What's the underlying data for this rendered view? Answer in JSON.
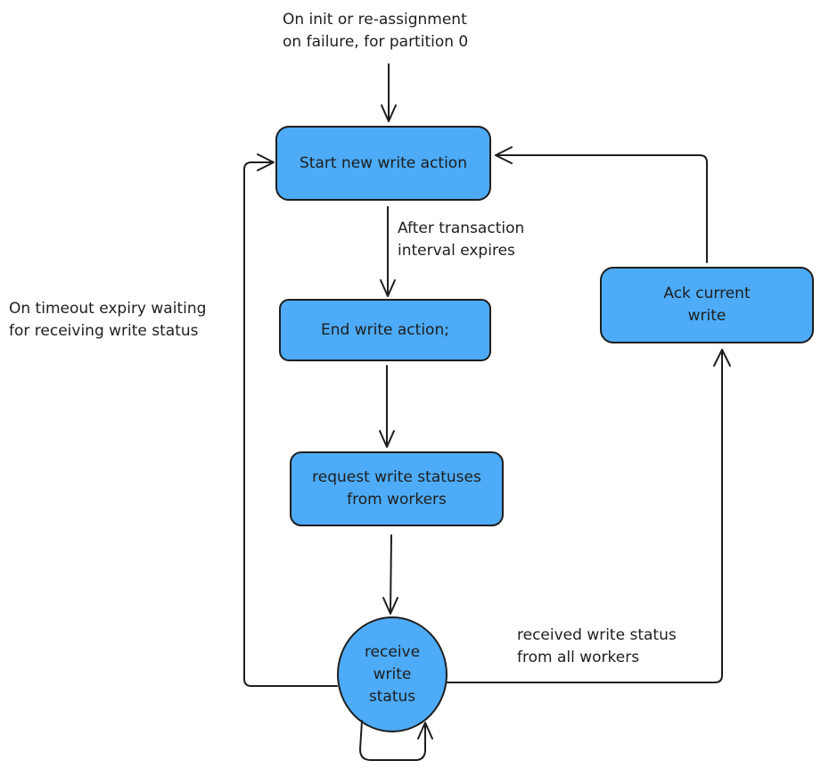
{
  "diagram": {
    "nodes": {
      "start_write": {
        "label": "Start new write action"
      },
      "end_write": {
        "label": "End write action;"
      },
      "request_statuses": {
        "line1": "request write statuses",
        "line2": "from workers"
      },
      "receive_status": {
        "line1": "receive",
        "line2": "write",
        "line3": "status"
      },
      "ack_write": {
        "line1": "Ack current",
        "line2": "write"
      }
    },
    "edges": {
      "init": {
        "line1": "On init or re-assignment",
        "line2": "on failure, for partition 0"
      },
      "interval": {
        "line1": "After transaction",
        "line2": "interval expires"
      },
      "timeout": {
        "line1": "On timeout expiry waiting",
        "line2": "for receiving write status"
      },
      "all_received": {
        "line1": "received write status",
        "line2": "from all workers"
      }
    },
    "colors": {
      "node_fill": "#4dabf7",
      "stroke": "#1e1e1e",
      "text": "#1e1e1e"
    }
  }
}
